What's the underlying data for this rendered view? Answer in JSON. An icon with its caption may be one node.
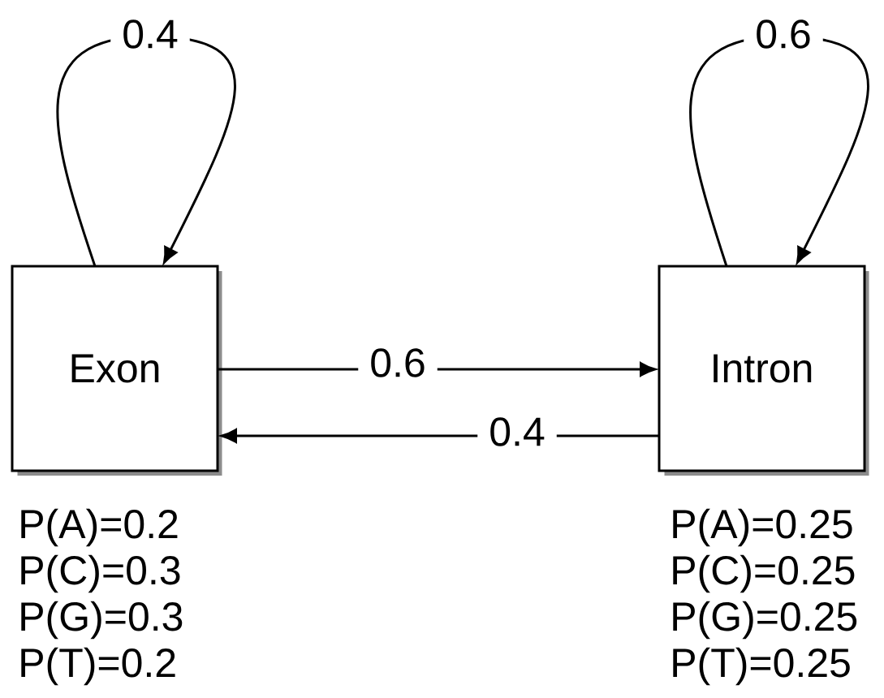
{
  "diagram": {
    "nodes": [
      {
        "text": [
          "Exon"
        ],
        "beside": [
          "P(A)=0.2",
          "P(C)=0.3",
          "P(G)=0.3",
          "P(T)=0.2"
        ]
      },
      {
        "text": [
          "Intron"
        ],
        "beside": [
          "P(A)=0.25",
          "P(C)=0.25",
          "P(G)=0.25",
          "P(T)=0.25"
        ]
      }
    ],
    "edges": [
      {
        "from": 0,
        "to": 0,
        "arrow": "to",
        "label": "0.4"
      },
      {
        "from": 1,
        "to": 1,
        "arrow": "to",
        "label": "0.6"
      },
      {
        "from": 0,
        "to": 1,
        "arrow": "to",
        "label": "0.6"
      },
      {
        "from": 1,
        "to": 0,
        "arrow": "to",
        "label": "0.4"
      }
    ]
  }
}
